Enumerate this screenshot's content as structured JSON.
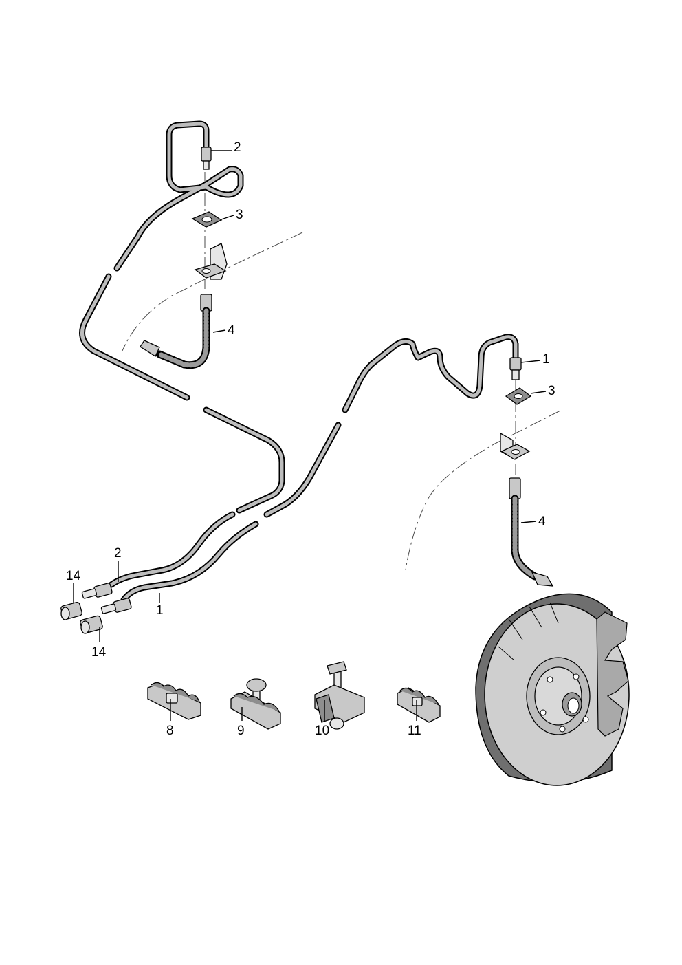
{
  "labels": {
    "upper_pipe_end_callout": "2",
    "upper_clip_callout": "3",
    "upper_hose_callout": "4",
    "right_pipe_end_callout": "1",
    "right_clip_callout": "3",
    "right_hose_callout": "4",
    "left_pipe_2_callout": "2",
    "left_pipe_1_callout": "1",
    "adapter_upper_callout": "14",
    "adapter_lower_callout": "14",
    "holder_8_callout": "8",
    "holder_9_callout": "9",
    "holder_10_callout": "10",
    "holder_11_callout": "11"
  }
}
